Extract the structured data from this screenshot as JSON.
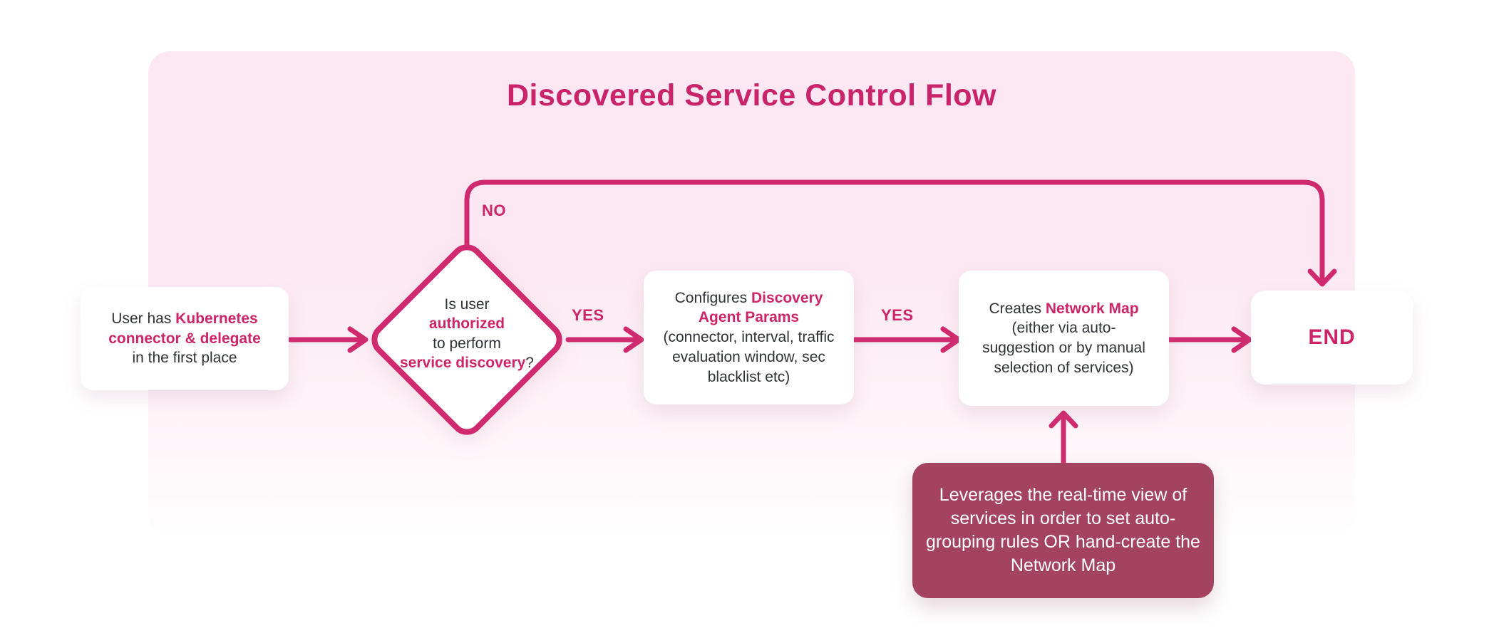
{
  "title": "Discovered Service Control Flow",
  "colors": {
    "accent": "#d02a6e",
    "accent_text": "#ce2569",
    "panel_pink": "#fce7f2",
    "note_background": "#a3435f",
    "body_text": "#2f3236",
    "node_background": "#ffffff"
  },
  "nodes": {
    "start": {
      "pre": "User has ",
      "highlight": "Kubernetes connector & delegate",
      "post": " in the first place"
    },
    "decision": {
      "line1": "Is user",
      "line2": "authorized",
      "line3": "to perform",
      "line4_highlight": "service discovery",
      "line4_suffix": "?"
    },
    "configure": {
      "pre": "Configures ",
      "highlight": "Discovery Agent Params",
      "post": " (connector, interval, traffic evaluation window, sec blacklist etc)"
    },
    "create": {
      "pre": "Creates ",
      "highlight": "Network Map",
      "post": " (either via auto-suggestion or by manual selection of services)"
    },
    "end": {
      "label": "END"
    },
    "note": {
      "text": "Leverages the real-time view of services in order to set auto-grouping rules OR hand-create the Network Map"
    }
  },
  "edges": {
    "no_label": "NO",
    "yes1_label": "YES",
    "yes2_label": "YES"
  }
}
